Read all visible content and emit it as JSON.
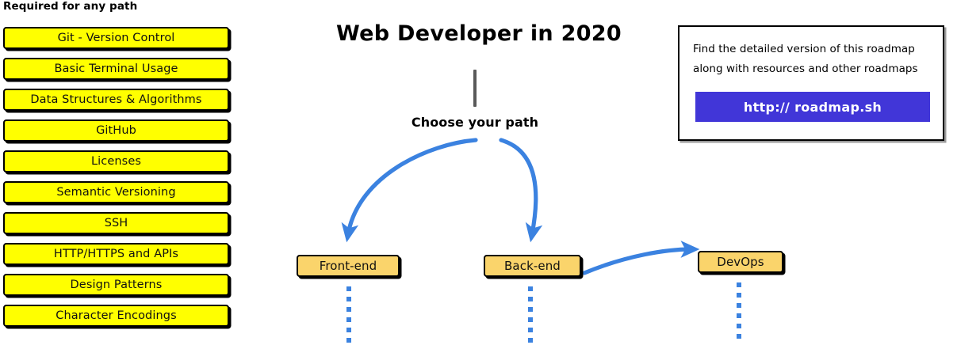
{
  "page": {
    "title": "Web Developer in 2020",
    "background_color": "#ffffff"
  },
  "colors": {
    "skill_box_fill": "#ffff00",
    "path_node_fill": "#fad46b",
    "arrow_blue": "#3b82e0",
    "button_blue": "#4136d8",
    "outline_black": "#000000",
    "trunk_gray": "#595959"
  },
  "required_section": {
    "heading": "Required for any path",
    "items": [
      {
        "label": "Git - Version Control"
      },
      {
        "label": "Basic Terminal Usage"
      },
      {
        "label": "Data Structures & Algorithms"
      },
      {
        "label": "GitHub"
      },
      {
        "label": "Licenses"
      },
      {
        "label": "Semantic Versioning"
      },
      {
        "label": "SSH"
      },
      {
        "label": "HTTP/HTTPS and APIs"
      },
      {
        "label": "Design Patterns"
      },
      {
        "label": "Character Encodings"
      }
    ]
  },
  "center": {
    "title": "Web Developer in 2020",
    "choose_label": "Choose your path",
    "nodes": [
      {
        "id": "frontend",
        "label": "Front-end"
      },
      {
        "id": "backend",
        "label": "Back-end"
      },
      {
        "id": "devops",
        "label": "DevOps"
      }
    ],
    "connectors": [
      {
        "from": "choose-your-path",
        "to": "frontend",
        "style": "curved-arrow"
      },
      {
        "from": "choose-your-path",
        "to": "backend",
        "style": "curved-arrow"
      },
      {
        "from": "backend",
        "to": "devops",
        "style": "curved-arrow"
      }
    ]
  },
  "roadmap_card": {
    "line1": "Find the detailed version of this roadmap",
    "line2": "along with resources and other roadmaps",
    "button_label": "http:// roadmap.sh"
  }
}
